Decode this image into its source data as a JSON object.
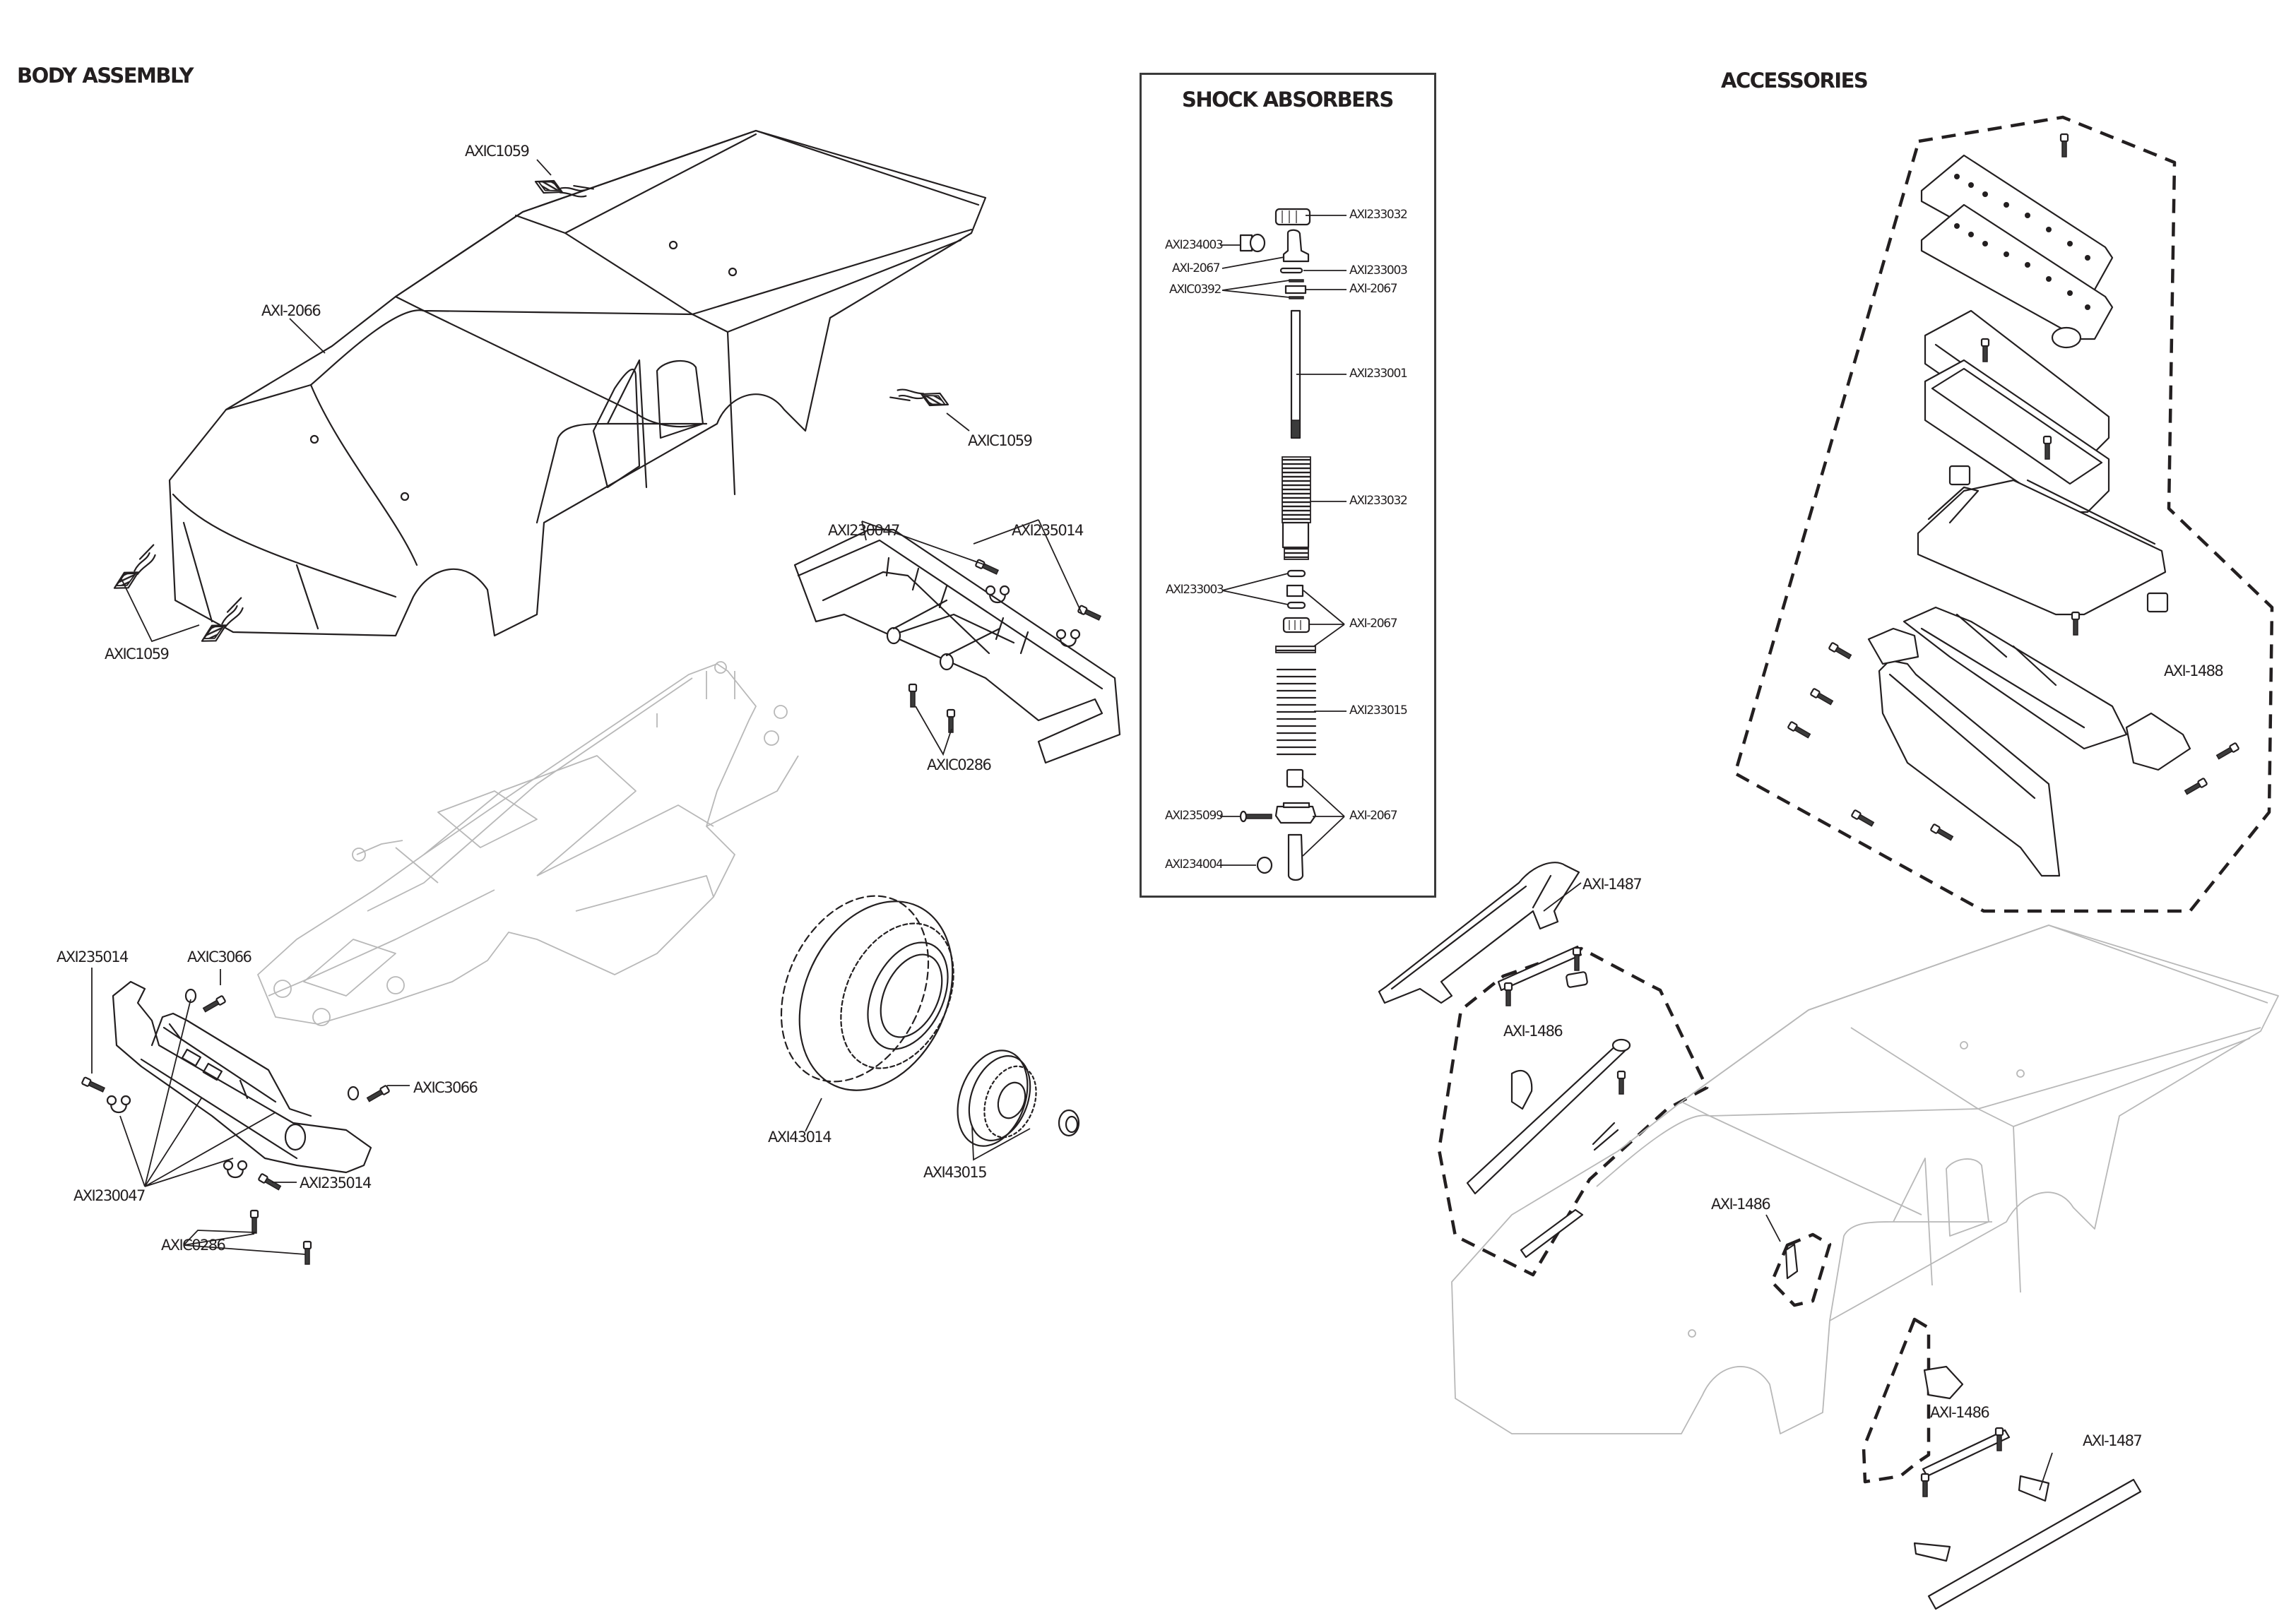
{
  "sections": {
    "body_assembly": {
      "title": "BODY ASSEMBLY"
    },
    "shock_absorbers": {
      "title": "SHOCK ABSORBERS"
    },
    "accessories": {
      "title": "ACCESSORIES"
    }
  },
  "body_labels": {
    "clip_top": "AXIC1059",
    "body": "AXI-2066",
    "clip_rear": "AXIC1059",
    "clip_front": "AXIC1059",
    "rear_bumper": "AXI230047",
    "rear_bumper_screw": "AXI235014",
    "rear_bumper_bolts": "AXIC0286",
    "front_screw_left": "AXI235014",
    "front_screw_top": "AXIC3066",
    "front_screw_right": "AXIC3066",
    "front_bumper": "AXI230047",
    "front_shackle_screw": "AXI235014",
    "front_bumper_bolts": "AXIC0286",
    "tire": "AXI43014",
    "wheel": "AXI43015"
  },
  "shock_labels": {
    "cap": "AXI233032",
    "ball_end": "AXI234003",
    "cap_insert": "AXI-2067",
    "oring_top": "AXI233003",
    "eclips": "AXIC0392",
    "piston": "AXI-2067",
    "shaft": "AXI233001",
    "body": "AXI233032",
    "orings": "AXI233003",
    "collar_group": "AXI-2067",
    "spring": "AXI233015",
    "screw": "AXI235099",
    "rod_end_group": "AXI-2067",
    "pivot_ball": "AXI234004"
  },
  "accessory_labels": {
    "roof_rack_kit": "AXI-1488",
    "rock_slider_top": "AXI-1487",
    "light_bar_kit": "AXI-1486",
    "mirror_kit": "AXI-1486",
    "side_light_kit": "AXI-1486",
    "rock_slider_bottom": "AXI-1487"
  },
  "colors": {
    "ink": "#231f20",
    "ghost": "#b8b8b8",
    "background": "#ffffff"
  }
}
